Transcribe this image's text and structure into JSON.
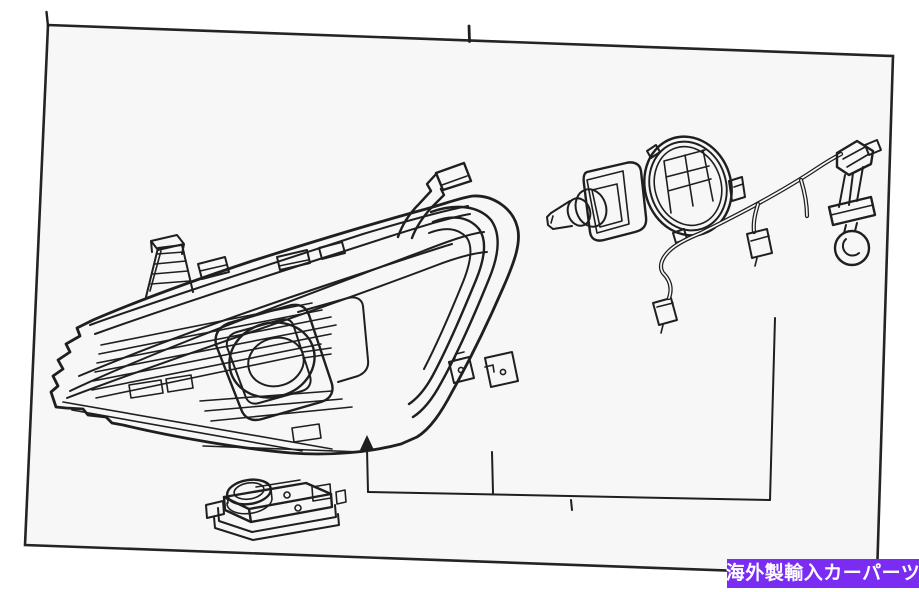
{
  "banner": {
    "label": "海外製輸入カーパーツ"
  },
  "theme": {
    "banner_bg": "#7a2cf2",
    "banner_text": "#ffffff",
    "page_bg": "#f7f7f8",
    "page_border": "#242424",
    "outer_bg": "#ffffff",
    "line": "#1f1f1f"
  },
  "diagram": {
    "type": "exploded-parts-line-drawing",
    "subject": "vehicle headlamp assembly",
    "parts": [
      "headlamp-assembly",
      "projector-lens",
      "halogen-bulb",
      "retainer-cap",
      "mounting-clips",
      "wiring-harness",
      "ballast-module"
    ]
  }
}
